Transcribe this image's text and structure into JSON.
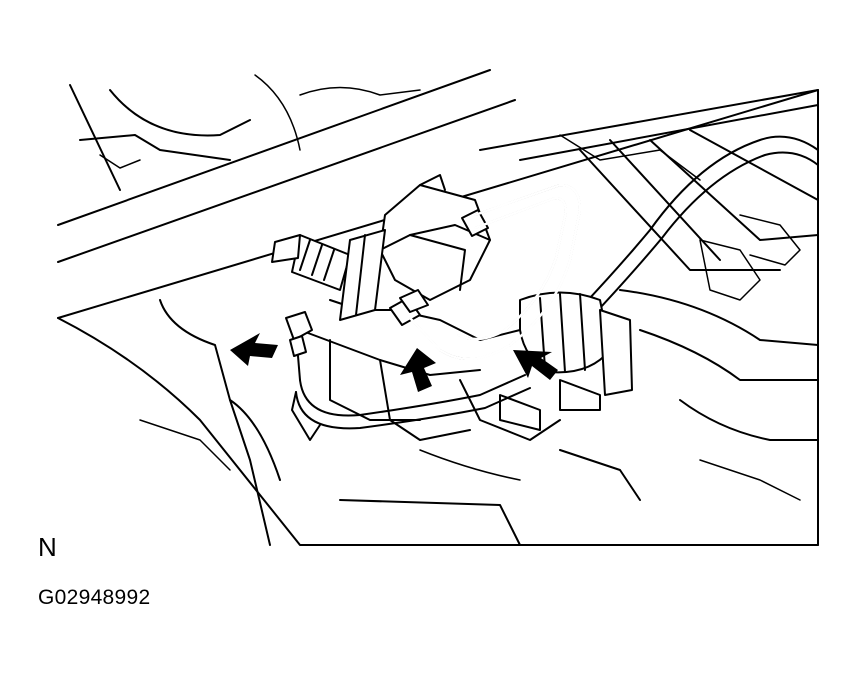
{
  "figure": {
    "view_label": "N",
    "figure_code": "G02948992"
  },
  "callouts": [
    {
      "name": "arrow-left-fitting"
    },
    {
      "name": "arrow-center-fitting"
    },
    {
      "name": "arrow-right-fitting"
    }
  ]
}
